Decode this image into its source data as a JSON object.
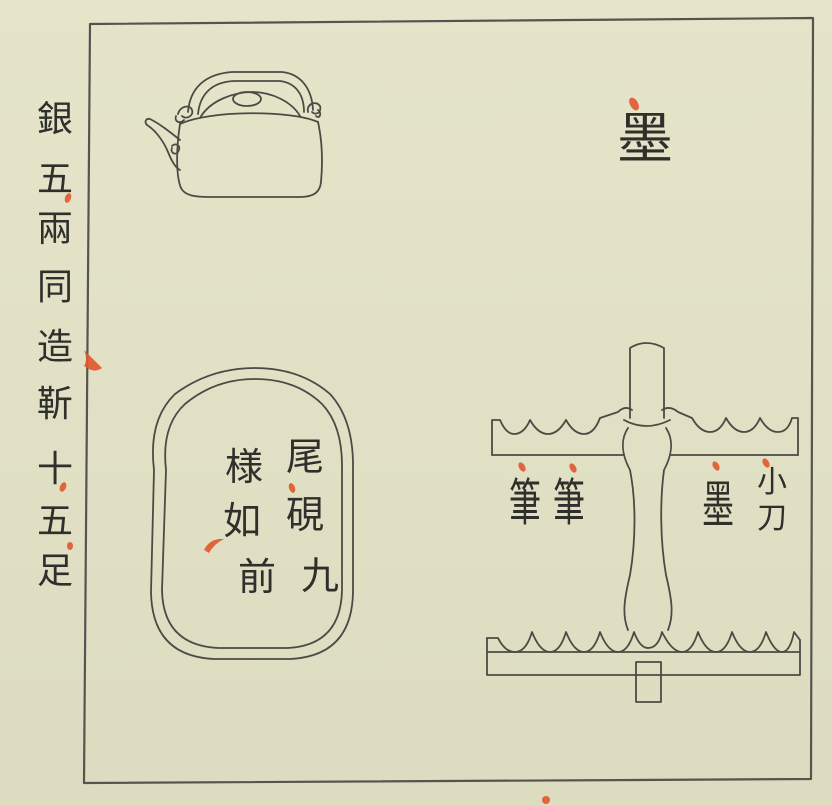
{
  "colors": {
    "paper": "#e4e3c6",
    "ink": "#2f2f2b",
    "line": "#4b4b45",
    "red_mark": "#e2572f"
  },
  "margin_note": [
    "銀",
    "五",
    "兩",
    "同",
    "造",
    "靳",
    "十",
    "五",
    "足"
  ],
  "ink_label": "墨",
  "inkstone": {
    "right_column": [
      "尾",
      "硯",
      "九"
    ],
    "left_column": [
      "様",
      "如",
      "前"
    ]
  },
  "brush_rack": {
    "brush_labels": [
      "筆",
      "筆"
    ],
    "ink_label": "墨",
    "knife_label": [
      "小",
      "刀"
    ]
  }
}
